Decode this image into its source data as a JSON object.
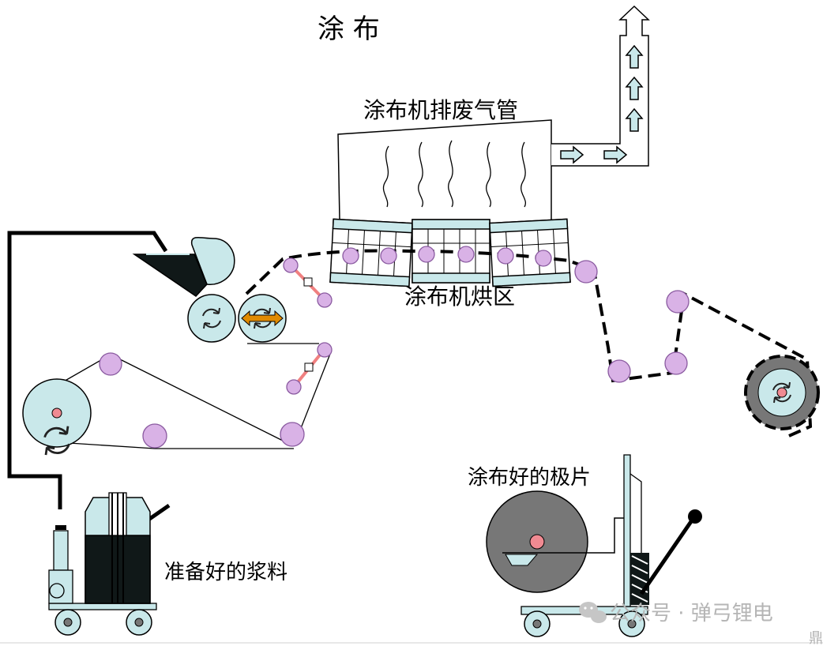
{
  "title": "涂 布",
  "labels": {
    "exhaust_pipe": "涂布机排废气管",
    "drying_zone": "涂布机烘区",
    "finished_pole_piece": "涂布好的极片",
    "prepared_slurry": "准备好的浆料"
  },
  "watermark": {
    "text": "公众号 · 弹弓锂电",
    "corner_glyph": "鼎"
  },
  "colors": {
    "machine_fill": "#c9e8ea",
    "roller_fill": "#d9b2e6",
    "roller_stroke": "#8a5aa0",
    "center_dot": "#f08a92",
    "tension_arm": "#f08080",
    "adjust_arrow": "#e08a00",
    "dark_roll": "#777777",
    "tank_dark": "#101818",
    "outline": "#000000"
  },
  "icons": [
    "gas-cylinder-icon",
    "rotate-arrows-icon",
    "double-arrow-icon",
    "exhaust-arrow-icon",
    "heat-wave-icon",
    "wechat-icon"
  ]
}
